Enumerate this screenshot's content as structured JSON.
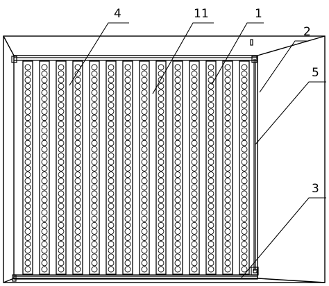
{
  "diagram": {
    "type": "technical line drawing",
    "tube_count": 14,
    "holes_per_tube": 33,
    "colors": {
      "line": "#000000",
      "background": "#ffffff"
    },
    "callouts": [
      {
        "id": "callout-4",
        "label": "4"
      },
      {
        "id": "callout-11",
        "label": "11"
      },
      {
        "id": "callout-1",
        "label": "1"
      },
      {
        "id": "callout-2",
        "label": "2"
      },
      {
        "id": "callout-5",
        "label": "5"
      },
      {
        "id": "callout-3",
        "label": "3"
      }
    ]
  }
}
